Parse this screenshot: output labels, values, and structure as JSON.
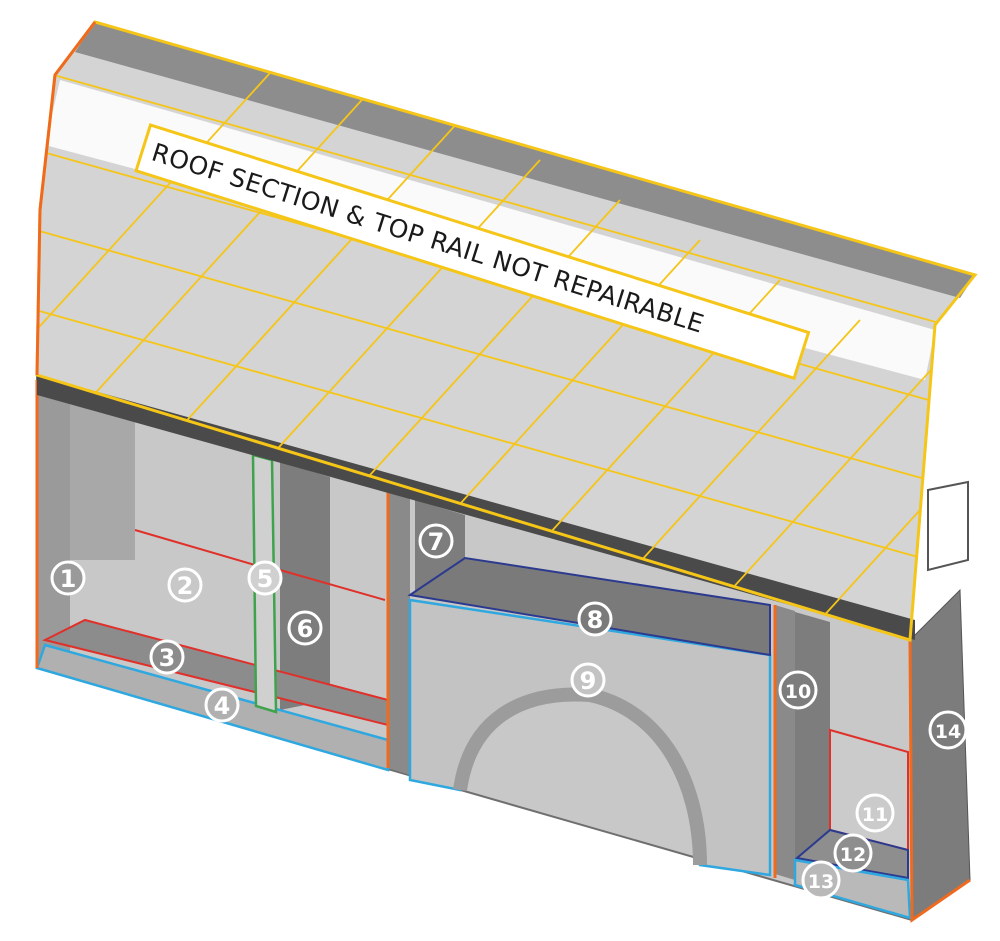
{
  "notice": {
    "text": "ROOF SECTION & TOP RAIL NOT REPAIRABLE"
  },
  "colors": {
    "panel": "#c9c9c9",
    "panel_dark": "#8e8e8e",
    "frame": "#6f6f6f",
    "yellow_hatch": "#f5c518",
    "orange_outline": "#ef6a1e",
    "red_outline": "#e0302a",
    "blue_outline": "#2fa8e0",
    "navy_outline": "#2b3a8f",
    "green_outline": "#3fa34d"
  },
  "parts": [
    {
      "label": "1"
    },
    {
      "label": "2"
    },
    {
      "label": "3"
    },
    {
      "label": "4"
    },
    {
      "label": "5"
    },
    {
      "label": "6"
    },
    {
      "label": "7"
    },
    {
      "label": "8"
    },
    {
      "label": "9"
    },
    {
      "label": "10"
    },
    {
      "label": "11"
    },
    {
      "label": "12"
    },
    {
      "label": "13"
    },
    {
      "label": "14"
    }
  ]
}
